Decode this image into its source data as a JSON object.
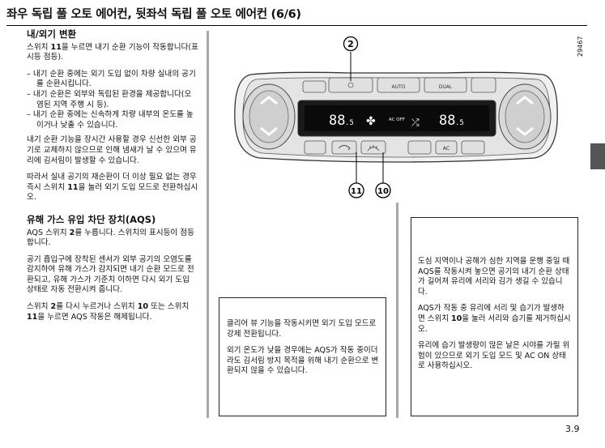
{
  "page": {
    "title": "좌우 독립 풀 오토 에어컨, 뒷좌석 독립 풀 오토 에어컨 (6/6)",
    "page_number": "3.9",
    "doc_ref": "29467"
  },
  "section1": {
    "heading": "내/외기 변환",
    "intro_pre": "스위치 ",
    "intro_bold": "11",
    "intro_post": "을 누르면 내기 순환 기능이 작동합니다(표시등 점등).",
    "bullets": [
      "– 내기 순환 중에는 외기 도입 없이 차량 실내의 공기를 순환시킵니다.",
      "– 내기 순환은 외부와 독립된 환경을 제공합니다(오염된 지역 주행 시 등).",
      "– 내기 순환 중에는 신속하게 차량 내부의 온도를 높이거나 낮출 수 있습니다."
    ],
    "para2": "내기 순환 기능을 장시간 사용할 경우 신선한 외부 공기로 교체하지 않으므로 인해 냄새가 날 수 있으며 유리에 김서림이 발생할 수 있습니다.",
    "para3_pre": "따라서 실내 공기의 재순환이 더 이상 필요 없는 경우 즉시 스위치 ",
    "para3_bold": "11",
    "para3_post": "을 눌러 외기 도입 모드로 전환하십시오."
  },
  "section2": {
    "heading": "유해 가스 유입 차단 장치(AQS)",
    "p1_pre": "AQS 스위치 ",
    "p1_bold": "2",
    "p1_post": "를 누릅니다. 스위치의 표시등이 점등합니다.",
    "p2": "공기 흡입구에 장착된 센서가 외부 공기의 오염도를 감지하여 유해 가스가 감지되면 내기 순환 모드로 전환되고, 유해 가스가 기준치 이하면 다시 외기 도입 상태로 자동 전환시켜 줍니다.",
    "p3_a": "스위치 ",
    "p3_b": "2",
    "p3_c": "를 다시 누르거나 스위치 ",
    "p3_d": "10",
    "p3_e": " 또는 스위치 ",
    "p3_f": "11",
    "p3_g": "을 누르면 AQS 작동은 해제됩니다."
  },
  "box1": {
    "p1": "클리어 뷰 기능을 작동시키면 외기 도입 모드로 강제 전환됩니다.",
    "p2": "외기 온도가 낮을 경우에는 AQS가 작동 중이더라도 김서림 방지 목적을 위해 내기 순환으로 변환되지 않을 수 있습니다."
  },
  "box2": {
    "p1": "도심 지역이나 공해가 심한 지역을 운행 중일 때 AQS를 작동시켜 놓으면 공기의 내기 순환 상태가 길어져 유리에 서리와 김가 생길 수 있습니다.",
    "p2_pre": "AQS가 작동 중 유리에 서리 및 습기가 발생하면 스위치 ",
    "p2_bold": "10",
    "p2_post": "을 눌러 서리와 습기를 제거하십시오.",
    "p3": "유리에 습기 발생량이 많은 날은 시야를 가릴 위험이 있으므로 외기 도입 모드 및 AC ON 상태로 사용하십시오."
  },
  "diagram": {
    "callouts": [
      "2",
      "11",
      "10"
    ],
    "labels": {
      "auto": "AUTO",
      "dual": "DUAL",
      "temp_left": "88",
      "temp_left_small": ".5",
      "temp_right": "88",
      "temp_right_small": ".5",
      "ac_off": "AC OFF",
      "ac": "AC"
    }
  }
}
